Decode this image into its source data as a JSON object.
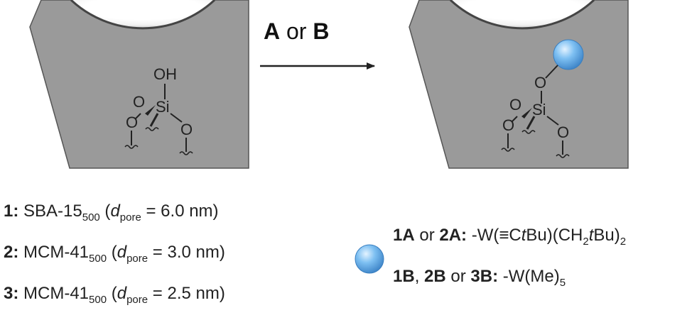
{
  "arrow_label": {
    "a": "A",
    "or": "or",
    "b": "B"
  },
  "atoms": {
    "oh": "OH",
    "o": "O",
    "si": "Si"
  },
  "supports": [
    {
      "num": "1:",
      "name": "SBA-15",
      "sub": "500",
      "open": " (",
      "d": "d",
      "dsub": "pore",
      "value": " = 6.0 nm)"
    },
    {
      "num": "2:",
      "name": "MCM-41",
      "sub": "500",
      "open": " (",
      "d": "d",
      "dsub": "pore",
      "value": " = 3.0 nm)"
    },
    {
      "num": "3:",
      "name": "MCM-41",
      "sub": "500",
      "open": " (",
      "d": "d",
      "dsub": "pore",
      "value": " = 2.5 nm)"
    }
  ],
  "legend": {
    "line1": {
      "l1": "1A",
      "or": " or ",
      "l2": "2A:",
      "f1": " -W(≡C",
      "t1": "t",
      "f2": "Bu)(CH",
      "s1": "2",
      "t2": "t",
      "f3": "Bu)",
      "s2": "2"
    },
    "line2": {
      "l1": "1B",
      "c1": ", ",
      "l2": "2B",
      "or": " or ",
      "l3": "3B:",
      "f1": " -W(Me)",
      "s1": "5"
    }
  },
  "colors": {
    "pore_wall": "#9a9a9a",
    "pore_edge": "#444444",
    "sphere": "#5fb0ee"
  }
}
